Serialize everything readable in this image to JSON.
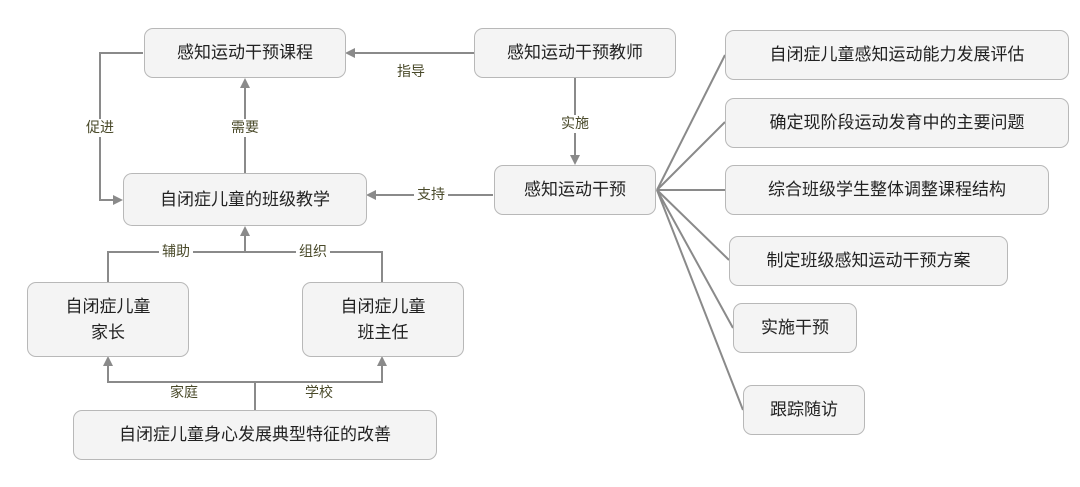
{
  "nodes": {
    "course": "感知运动干预课程",
    "teacher": "感知运动干预教师",
    "class_teaching": "自闭症儿童的班级教学",
    "intervention": "感知运动干预",
    "parent": "自闭症儿童\n家长",
    "head_teacher": "自闭症儿童\n班主任",
    "improvement": "自闭症儿童身心发展典型特征的改善",
    "steps": [
      "自闭症儿童感知运动能力发展评估",
      "确定现阶段运动发育中的主要问题",
      "综合班级学生整体调整课程结构",
      "制定班级感知运动干预方案",
      "实施干预",
      "跟踪随访"
    ]
  },
  "edge_labels": {
    "guide": "指导",
    "implement": "实施",
    "promote": "促进",
    "need": "需要",
    "support": "支持",
    "assist": "辅助",
    "organize": "组织",
    "family": "家庭",
    "school": "学校"
  },
  "colors": {
    "line": "#8a8a8a",
    "node_fill": "#f4f4f4",
    "node_border": "#b8b8b8",
    "label_text": "#4a4a2a"
  }
}
